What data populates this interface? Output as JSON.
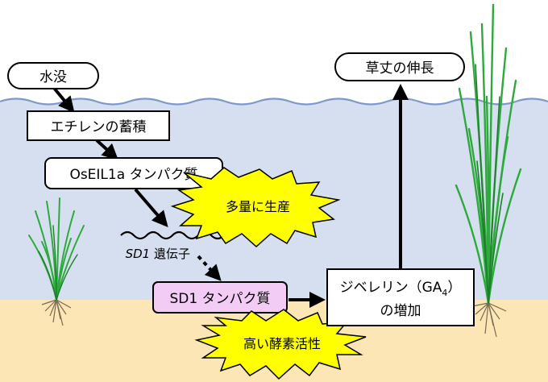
{
  "nodes": {
    "submergence": "水没",
    "ethylene": "エチレンの蓄積",
    "oseil1a": "OsEIL1a タンパク質",
    "mass_production": "多量に生産",
    "sd1_gene_italic": "SD1",
    "sd1_gene_rest": " 遺伝子",
    "sd1_protein": "SD1 タンパク質",
    "high_activity": "高い酵素活性",
    "gibberellin_line1": "ジベレリン（GA",
    "gibberellin_sub": "4",
    "gibberellin_close": "）",
    "gibberellin_line2": "の増加",
    "plant_height": "草丈の伸長"
  },
  "colors": {
    "water": "#d6dff0",
    "water_line": "#7f98cc",
    "soil": "#fde6b5",
    "starburst": "#ffff00",
    "sd1_protein_fill": "#f3ccf5",
    "arrow": "#000000",
    "leaf": "#2eaa3c",
    "leaf_dark": "#1d7f2a"
  }
}
